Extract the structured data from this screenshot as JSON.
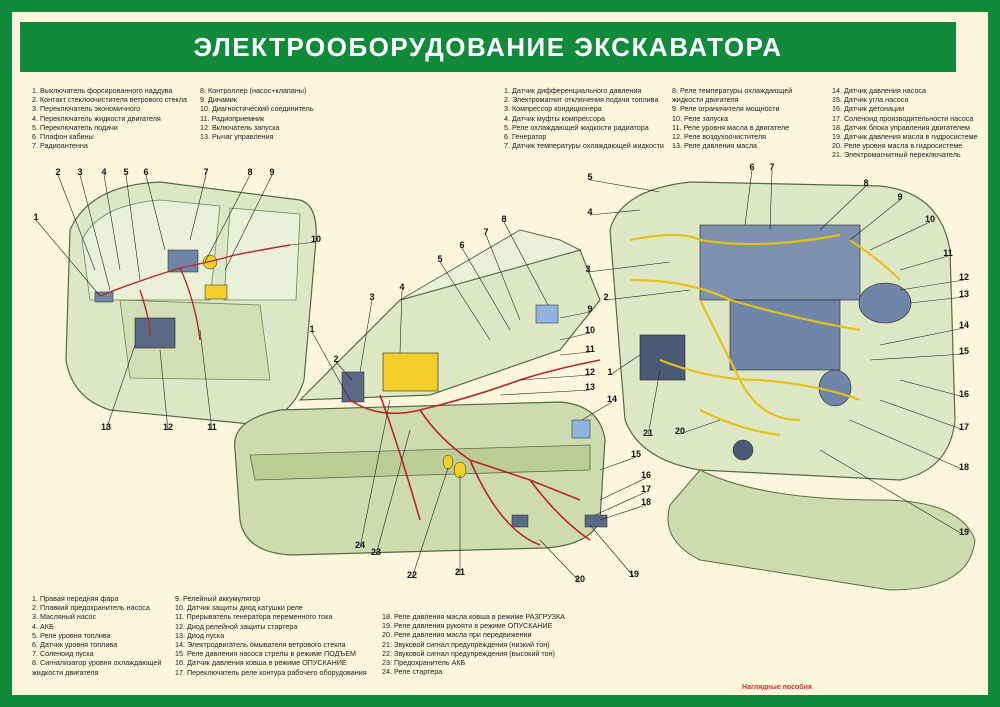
{
  "title": "ЭЛЕКТРООБОРУДОВАНИЕ ЭКСКАВАТОРА",
  "colors": {
    "frame": "#118a3c",
    "background": "#fbf6dc",
    "body": "#dfe8c6",
    "wire_red": "#b8272a",
    "wire_yellow": "#e3c21a",
    "component_blue": "#6f86a8",
    "component_yellow": "#f2cf2a"
  },
  "legend_cab_a": [
    "1. Выключатель форсированного наддува",
    "2. Контакт стеклоочистителя ветрового стекла",
    "3. Переключатель экономичного",
    "4. Переключатель жидкости двигателя",
    "5. Переключатель подачи",
    "6. Плафон кабины",
    "7. Радиоантенна"
  ],
  "legend_cab_b": [
    "8. Контроллер (насос+клапаны)",
    "9. Динамик",
    "10. Диагностический соединитель",
    "11. Радиоприемник",
    "12. Включатель запуска",
    "13. Рычаг управления"
  ],
  "legend_engine_a": [
    "1. Датчик дифференциального давления",
    "2. Электромагнит отключения подачи топлива",
    "3. Компрессор кондиционера",
    "4. Датчик муфты компрессора",
    "5. Реле охлаждающей жидкости радиатора",
    "6. Генератор",
    "7. Датчик температуры охлаждающей жидкости"
  ],
  "legend_engine_b": [
    "8. Реле температуры охлаждающей",
    "жидкости двигателя",
    "9. Реле ограничителя мощности",
    "10. Реле запуска",
    "11. Реле уровня масла в двигателе",
    "12. Реле воздухоочистителя",
    "13. Реле давления масла"
  ],
  "legend_engine_c": [
    "14. Датчик давления насоса",
    "15. Датчик угла насоса",
    "16. Датчик детонации",
    "17. Соленоид производительности насоса",
    "18. Датчик блока управления двигателем",
    "19. Датчик давления масла в гидросистеме",
    "20. Реле уровня масла в гидросистеме",
    "21. Электромагнитный переключатель"
  ],
  "legend_bottom_a": [
    "1. Правая передняя фара",
    "2. Плавкий предохранитель насоса",
    "3. Масляный насос",
    "4. АКБ",
    "5. Реле уровня топлива",
    "6. Датчик уровня топлива",
    "7. Соленоид пуска",
    "8. Сигнализатор уровня охлаждающей",
    "жидкости двигателя"
  ],
  "legend_bottom_b": [
    "9. Релейный аккумулятор",
    "10. Датчик защиты диод катушки реле",
    "11. Прерыватель генератора переменного тока",
    "12. Диод релейной защиты стартера",
    "13. Диод пуска",
    "14. Электродвигатель омывателя ветрового стекла",
    "15. Реле давления насоса стрелы в режиме ПОДЪЕМ",
    "16. Датчик давления ковша в режиме ОПУСКАНИЕ",
    "17. Переключатель реле контура рабочего оборудования"
  ],
  "legend_bottom_c": [
    "18. Реле давления масла ковша в режиме РАЗГРУЗКА",
    "19. Реле давления рукояти в режиме ОПУСКАНИЕ",
    "20. Реле давления масла при передвижении",
    "21. Звуковой сигнал предупреждения (низкий тон)",
    "22. Звуковой сигнал предупреждения (высокий тон)",
    "23. Предохранитель АКБ",
    "24. Реле стартера"
  ],
  "callouts_cab": [
    "1",
    "2",
    "3",
    "4",
    "5",
    "6",
    "7",
    "8",
    "9",
    "10",
    "11",
    "12",
    "13"
  ],
  "callouts_chassis": [
    "1",
    "2",
    "3",
    "4",
    "5",
    "6",
    "7",
    "8",
    "9",
    "10",
    "11",
    "12",
    "13",
    "14",
    "15",
    "16",
    "17",
    "18",
    "19",
    "20",
    "21",
    "22",
    "23",
    "24"
  ],
  "callouts_engine": [
    "1",
    "2",
    "3",
    "4",
    "5",
    "6",
    "7",
    "8",
    "9",
    "10",
    "11",
    "12",
    "13",
    "14",
    "15",
    "16",
    "17",
    "18",
    "19",
    "20",
    "21"
  ],
  "footer_logo": "Наглядные пособия"
}
